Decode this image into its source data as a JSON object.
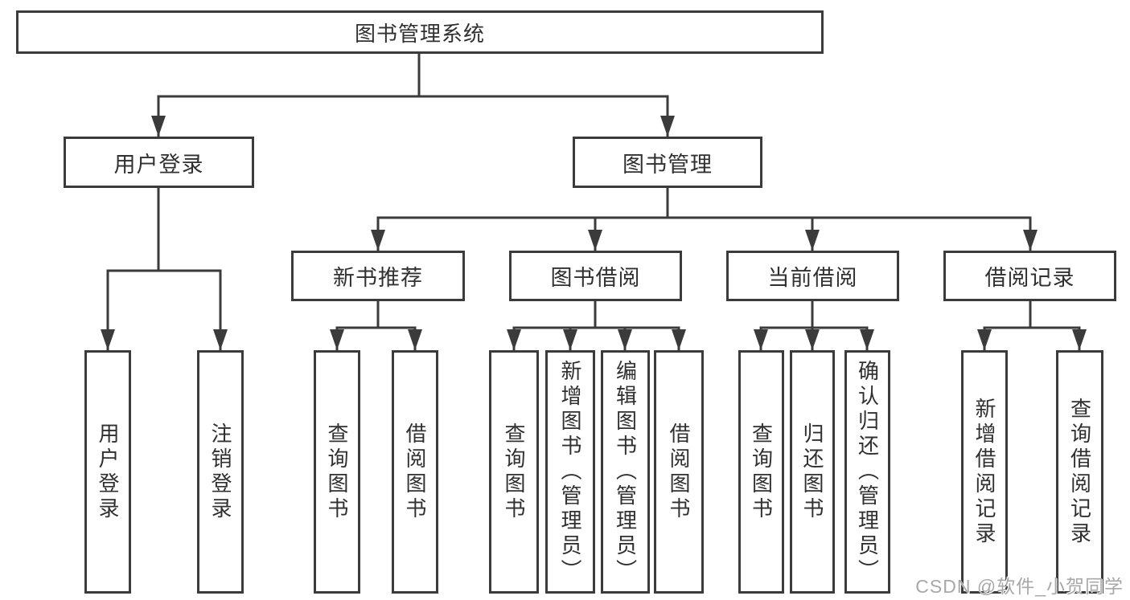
{
  "diagram": {
    "root": {
      "label": "图书管理系统"
    },
    "level2": [
      {
        "label": "用户登录"
      },
      {
        "label": "图书管理"
      }
    ],
    "level3": [
      {
        "label": "新书推荐"
      },
      {
        "label": "图书借阅"
      },
      {
        "label": "当前借阅"
      },
      {
        "label": "借阅记录"
      }
    ],
    "leaves": {
      "user_login": [
        {
          "label": "用户登录"
        },
        {
          "label": "注销登录"
        }
      ],
      "new_book_recommend": [
        {
          "label": "查询图书"
        },
        {
          "label": "借阅图书"
        }
      ],
      "book_borrow": [
        {
          "label": "查询图书"
        },
        {
          "label": "新增图书（管理员）"
        },
        {
          "label": "编辑图书（管理员）"
        },
        {
          "label": "借阅图书"
        }
      ],
      "current_borrow": [
        {
          "label": "查询图书"
        },
        {
          "label": "归还图书"
        },
        {
          "label": "确认归还（管理员）"
        }
      ],
      "borrow_record": [
        {
          "label": "新增借阅记录"
        },
        {
          "label": "查询借阅记录"
        }
      ]
    }
  },
  "watermark": {
    "text": "CSDN @软件_小贺同学"
  },
  "colors": {
    "line": "#3b3b3b",
    "text": "#303030",
    "watermark": "#a8a8a8",
    "background": "#ffffff"
  }
}
